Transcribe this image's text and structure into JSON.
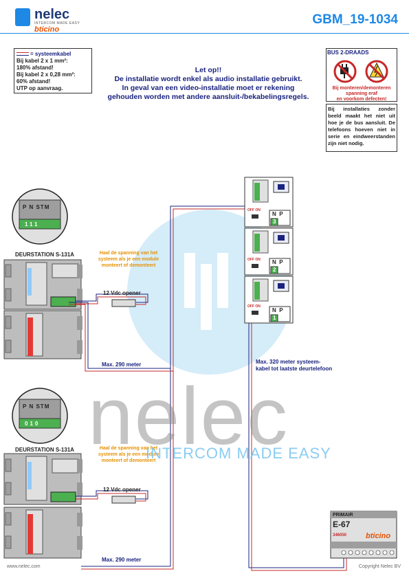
{
  "header": {
    "logo_name": "nelec",
    "logo_sub": "INTERCOM MADE EASY",
    "logo_brand": "bticino",
    "doc_code": "GBM_19-1034"
  },
  "legend": {
    "key": "= systeemkabel",
    "line1": "Bij kabel 2 x 1 mm²:",
    "line2": "180% afstand!",
    "line3": "Bij kabel 2 x 0,28 mm²:",
    "line4": "60% afstand!",
    "line5": "UTP op aanvraag."
  },
  "warning": {
    "line1": "Let op!!",
    "line2": "De installatie wordt enkel als audio installatie gebruikt.",
    "line3": "In geval van een video-installatie moet er rekening",
    "line4": "gehouden worden met andere aansluit-/bekabelingsregels."
  },
  "bus": {
    "title": "BUS 2-DRAADS",
    "line1": "Bij monteren/demonteren",
    "line2": "spanning eraf",
    "line3": "en voorkom defecten!"
  },
  "note": "Bij installaties zonder beeld maakt het niet uit hoe je de bus aansluit. De telefoons hoeven niet in serie en eindweerstanden zijn niet nodig.",
  "station1": {
    "title": "DEURSTATION S-131A",
    "hint1": "Haal de spanning van het",
    "hint2": "systeem als je een module",
    "hint3": "monteert of demonteert",
    "opener": "12 Vdc opener",
    "distance": "Max. 290 meter",
    "terminals": [
      "P",
      "N",
      "S",
      "T",
      "M"
    ],
    "dip": [
      "1",
      "1",
      "1"
    ]
  },
  "station2": {
    "title": "DEURSTATION S-131A",
    "hint1": "Haal de spanning van het",
    "hint2": "systeem als je een module",
    "hint3": "monteert of demonteert",
    "opener": "12 Vdc opener",
    "distance": "Max. 290 meter",
    "terminals": [
      "P",
      "N",
      "S",
      "T",
      "M"
    ],
    "dip": [
      "0",
      "1",
      "0"
    ]
  },
  "phones": {
    "distance1": "Max. 320 meter systeem-",
    "distance2": "kabel tot laatste deurtelefoon",
    "units": [
      {
        "id": "3",
        "switch": "OFF ON"
      },
      {
        "id": "2",
        "switch": "OFF ON"
      },
      {
        "id": "1",
        "switch": "OFF ON"
      }
    ]
  },
  "psu": {
    "label": "PRIMAIR",
    "model": "E-67",
    "code": "346050",
    "brand": "bticino"
  },
  "watermark": {
    "text": "nelec",
    "sub": "INTERCOM MADE EASY"
  },
  "footer": {
    "left": "www.nelec.com",
    "right": "Copyright Nelec BV"
  },
  "colors": {
    "accent": "#1e88e5",
    "cable_red": "#c62828",
    "cable_blue": "#1a237e",
    "hint": "#e69100",
    "module": "#bdbdbd"
  }
}
